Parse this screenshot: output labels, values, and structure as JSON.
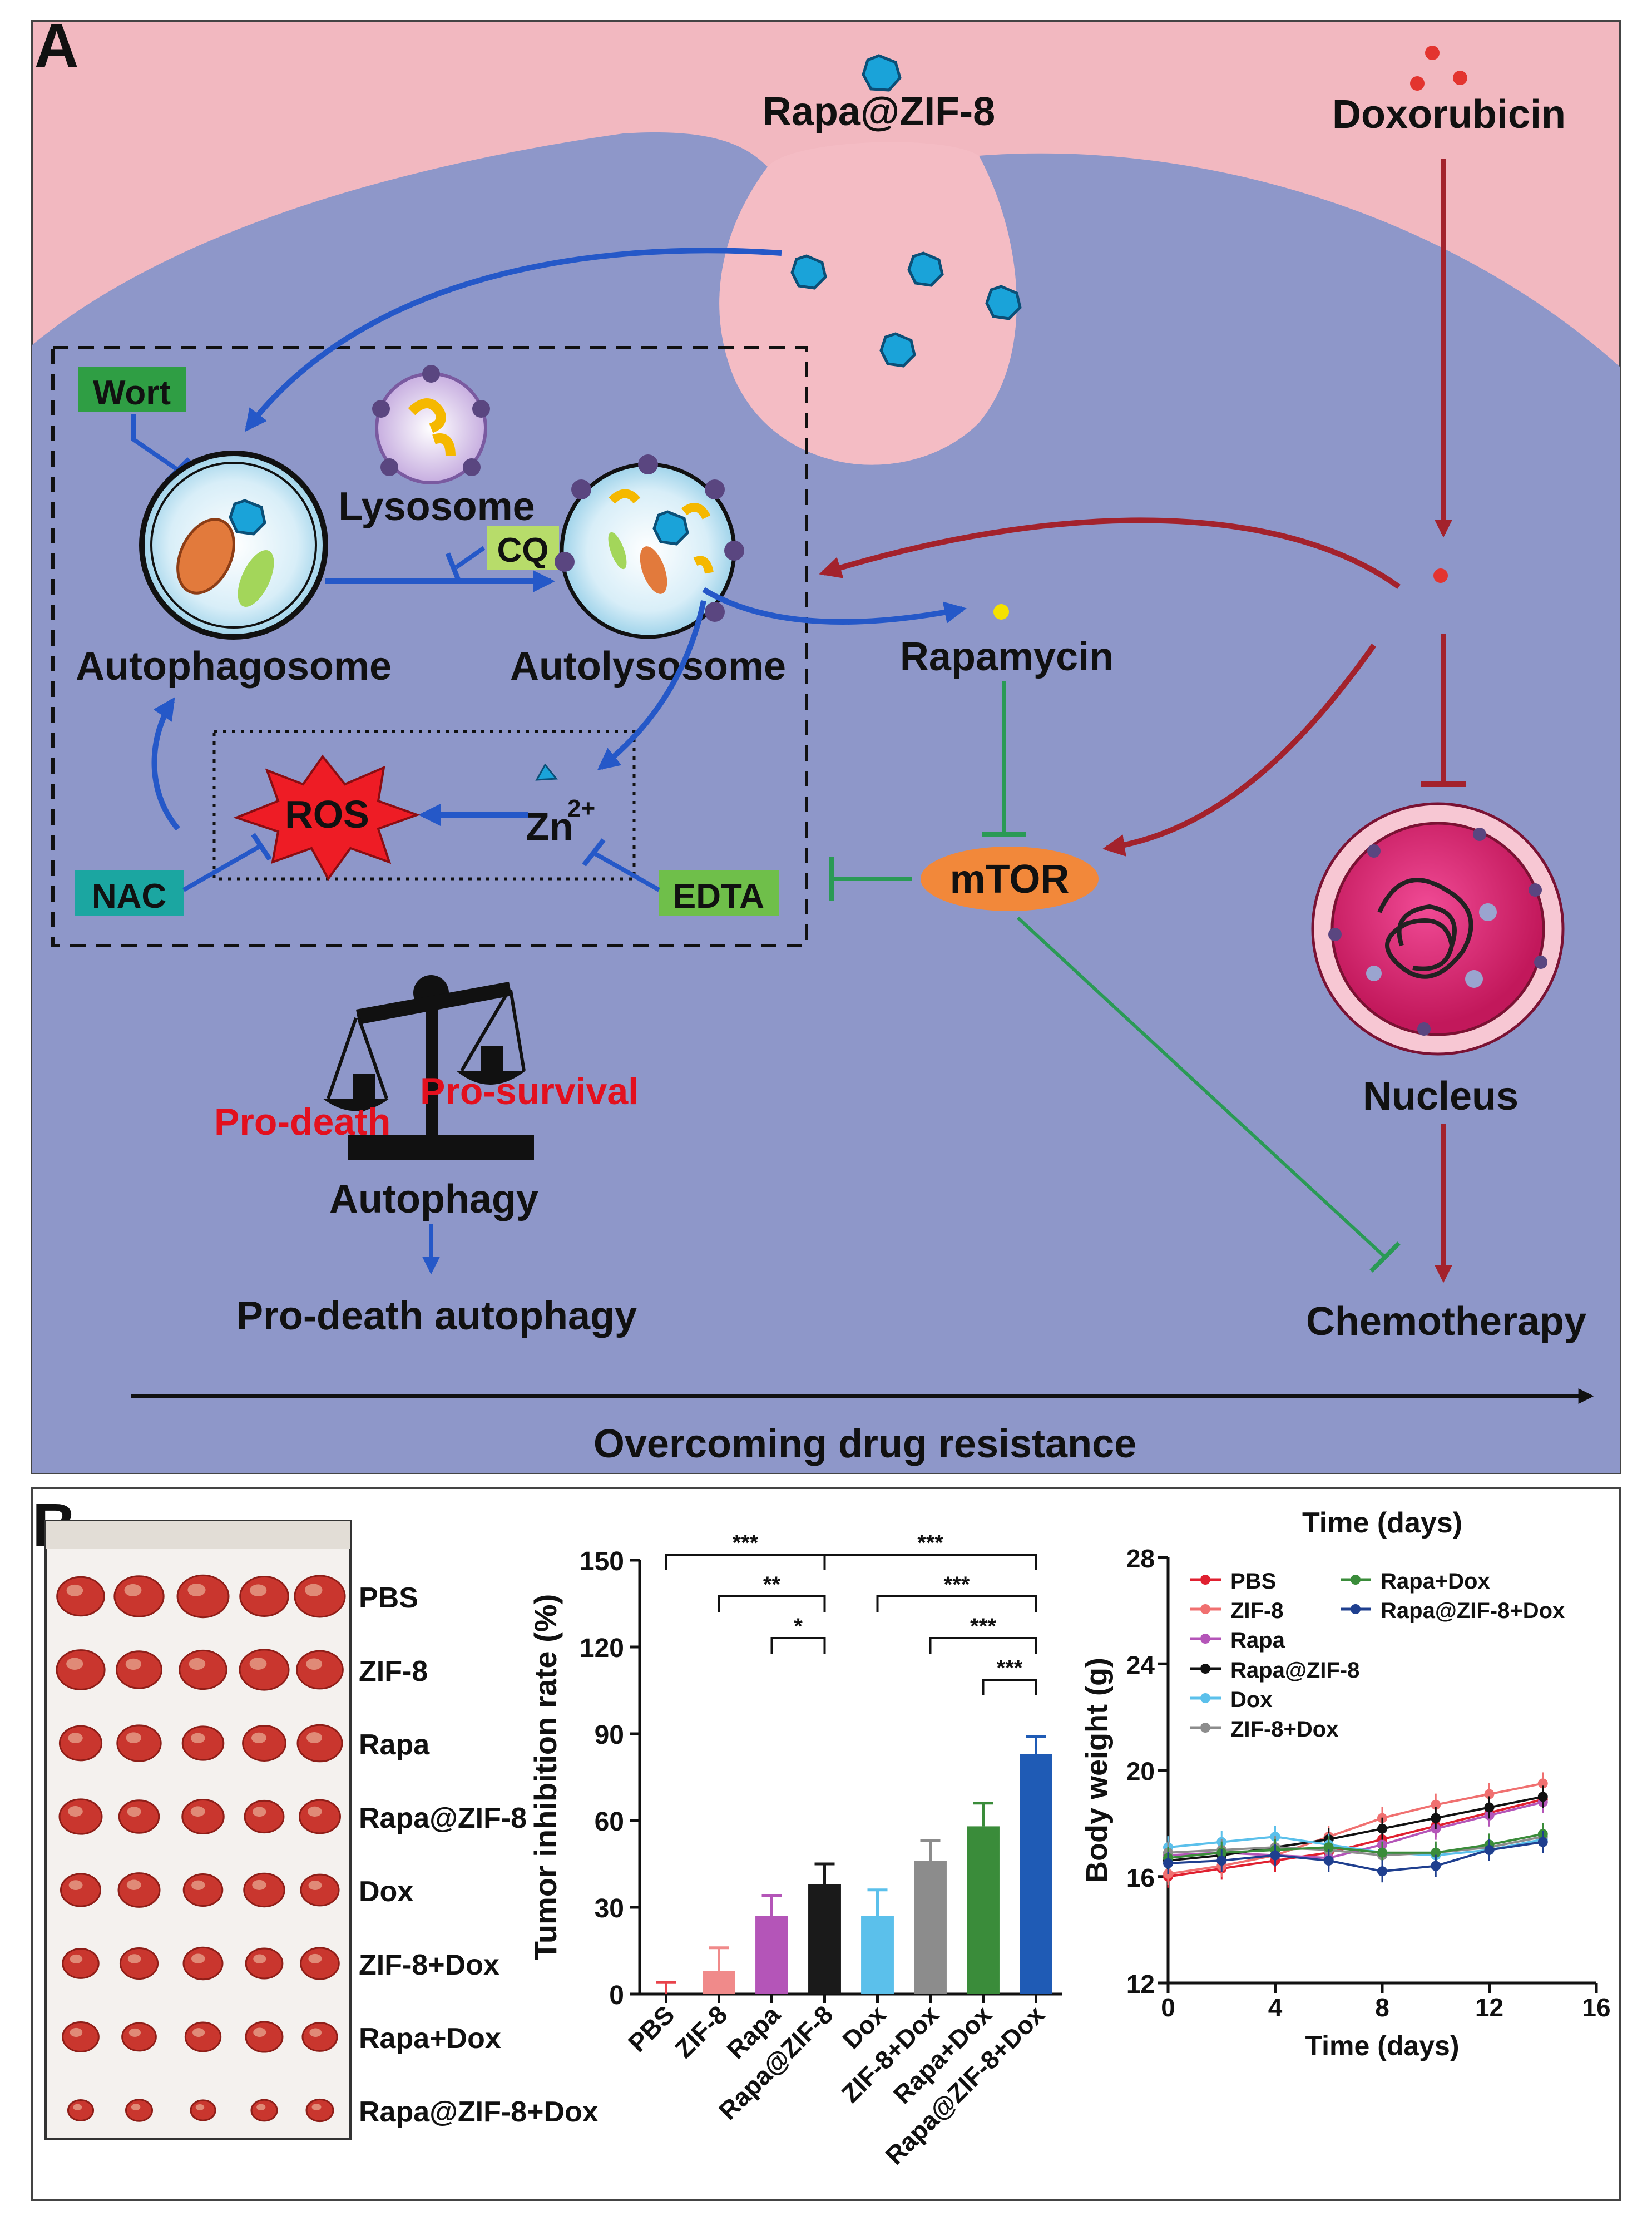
{
  "panelA": {
    "letter": "A",
    "rapa_zif8": "Rapa@ZIF-8",
    "doxorubicin": "Doxorubicin",
    "wort": "Wort",
    "lysosome": "Lysosome",
    "cq": "CQ",
    "autophagosome": "Autophagosome",
    "autolysosome": "Autolysosome",
    "rapamycin": "Rapamycin",
    "ros": "ROS",
    "zn": "Zn",
    "zn_sup": "2+",
    "nac": "NAC",
    "edta": "EDTA",
    "mtor": "mTOR",
    "pro_survival": "Pro-survival",
    "pro_death": "Pro-death",
    "autophagy": "Autophagy",
    "pro_death_autophagy": "Pro-death autophagy",
    "nucleus": "Nucleus",
    "chemotherapy": "Chemotherapy",
    "overcoming": "Overcoming drug resistance"
  },
  "panelB": {
    "letter": "B",
    "tumor_labels": [
      "PBS",
      "ZIF-8",
      "Rapa",
      "Rapa@ZIF-8",
      "Dox",
      "ZIF-8+Dox",
      "Rapa+Dox",
      "Rapa@ZIF-8+Dox"
    ]
  },
  "chart_data": [
    {
      "type": "bar",
      "ylabel": "Tumor inhibition rate (%)",
      "ylim": [
        0,
        150
      ],
      "yticks": [
        "0",
        "30",
        "60",
        "90",
        "120",
        "150"
      ],
      "categories": [
        "PBS",
        "ZIF-8",
        "Rapa",
        "Rapa@ZIF-8",
        "Dox",
        "ZIF-8+Dox",
        "Rapa+Dox",
        "Rapa@ZIF-8+Dox"
      ],
      "values": [
        0,
        8,
        27,
        38,
        27,
        46,
        58,
        83
      ],
      "errors": [
        4,
        8,
        7,
        7,
        9,
        7,
        8,
        6
      ],
      "colors": [
        "#e8434b",
        "#f08a8a",
        "#b455b8",
        "#1a1a1a",
        "#5bc0eb",
        "#8c8c8c",
        "#3a8c3a",
        "#1f5bb5"
      ],
      "significance": [
        {
          "label": "***"
        },
        {
          "label": "**"
        },
        {
          "label": "*"
        },
        {
          "label": "***"
        },
        {
          "label": "***"
        },
        {
          "label": "***"
        },
        {
          "label": "***"
        }
      ]
    },
    {
      "type": "line",
      "title": "Time (days)",
      "xlabel": "Time (days)",
      "ylabel": "Body weight (g)",
      "xlim": [
        0,
        16
      ],
      "ylim": [
        12,
        28
      ],
      "xticks": [
        "0",
        "4",
        "8",
        "12",
        "16"
      ],
      "yticks": [
        "12",
        "16",
        "20",
        "24",
        "28"
      ],
      "x": [
        0,
        2,
        4,
        6,
        8,
        10,
        12,
        14
      ],
      "series": [
        {
          "name": "PBS",
          "color": "#e02030",
          "marker": "circle",
          "values": [
            16.0,
            16.3,
            16.6,
            16.9,
            17.4,
            17.9,
            18.4,
            18.9
          ]
        },
        {
          "name": "ZIF-8",
          "color": "#f07070",
          "marker": "square",
          "values": [
            16.1,
            16.4,
            16.8,
            17.5,
            18.2,
            18.7,
            19.1,
            19.5
          ]
        },
        {
          "name": "Rapa",
          "color": "#b455b8",
          "marker": "triangle",
          "values": [
            16.8,
            16.9,
            16.8,
            16.7,
            17.2,
            17.8,
            18.3,
            18.8
          ]
        },
        {
          "name": "Rapa@ZIF-8",
          "color": "#111111",
          "marker": "triangle-down",
          "values": [
            16.6,
            16.8,
            17.1,
            17.4,
            17.8,
            18.2,
            18.6,
            19.0
          ]
        },
        {
          "name": "Dox",
          "color": "#5bc0eb",
          "marker": "diamond",
          "values": [
            17.1,
            17.3,
            17.5,
            17.2,
            16.9,
            16.8,
            17.0,
            17.4
          ]
        },
        {
          "name": "ZIF-8+Dox",
          "color": "#8c8c8c",
          "marker": "circle",
          "values": [
            16.9,
            17.0,
            17.1,
            17.0,
            16.8,
            16.9,
            17.1,
            17.5
          ]
        },
        {
          "name": "Rapa+Dox",
          "color": "#3a8c3a",
          "marker": "triangle",
          "values": [
            16.7,
            16.9,
            17.0,
            17.1,
            16.9,
            16.9,
            17.2,
            17.6
          ]
        },
        {
          "name": "Rapa@ZIF-8+Dox",
          "color": "#1f3f8f",
          "marker": "circle",
          "values": [
            16.5,
            16.6,
            16.8,
            16.6,
            16.2,
            16.4,
            17.0,
            17.3
          ]
        }
      ],
      "legend": "top-left"
    }
  ]
}
